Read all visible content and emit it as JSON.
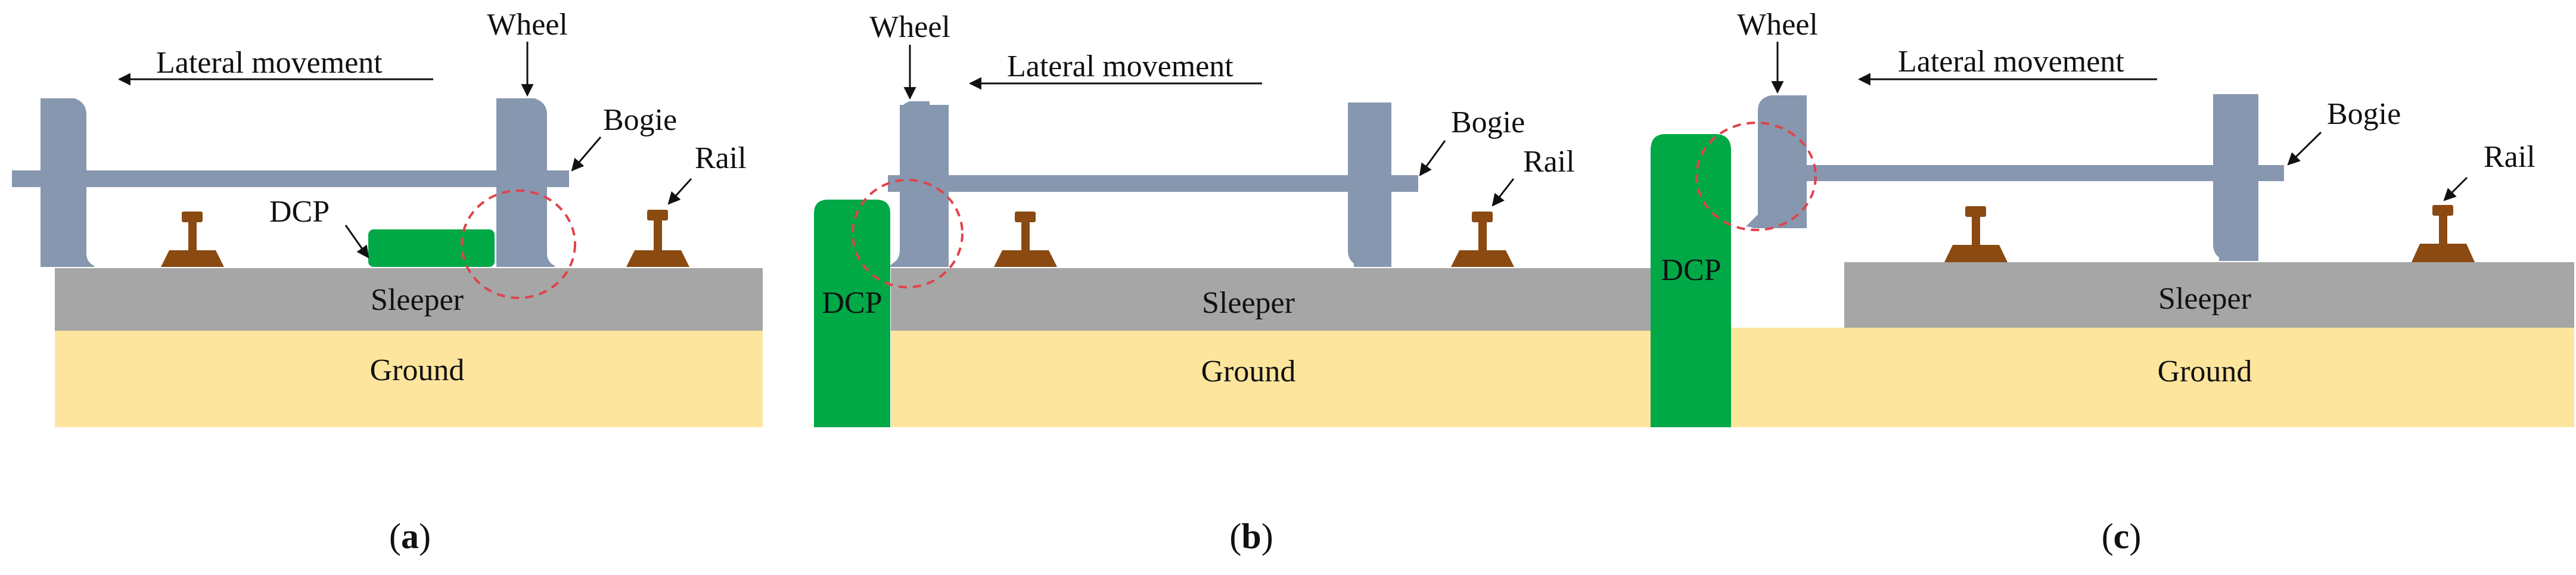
{
  "colors": {
    "steel": "#8797AF",
    "sleeper": "#A6A6A6",
    "ground": "#FDE59D",
    "dcp": "#00A846",
    "rail": "#8A4A12",
    "circle": "#E0434B",
    "text": "#111111"
  },
  "panels": [
    {
      "id": "a",
      "labels": {
        "wheel": "Wheel",
        "lateral": "Lateral movement",
        "bogie": "Bogie",
        "rail": "Rail",
        "dcp": "DCP",
        "sleeper": "Sleeper",
        "ground": "Ground"
      },
      "caption": {
        "open": "(",
        "letter": "a",
        "close": ")"
      }
    },
    {
      "id": "b",
      "labels": {
        "wheel": "Wheel",
        "lateral": "Lateral movement",
        "bogie": "Bogie",
        "rail": "Rail",
        "dcp": "DCP",
        "sleeper": "Sleeper",
        "ground": "Ground"
      },
      "caption": {
        "open": "(",
        "letter": "b",
        "close": ")"
      }
    },
    {
      "id": "c",
      "labels": {
        "wheel": "Wheel",
        "lateral": "Lateral movement",
        "bogie": "Bogie",
        "rail": "Rail",
        "dcp": "DCP",
        "sleeper": "Sleeper",
        "ground": "Ground"
      },
      "caption": {
        "open": "(",
        "letter": "c",
        "close": ")"
      }
    }
  ]
}
